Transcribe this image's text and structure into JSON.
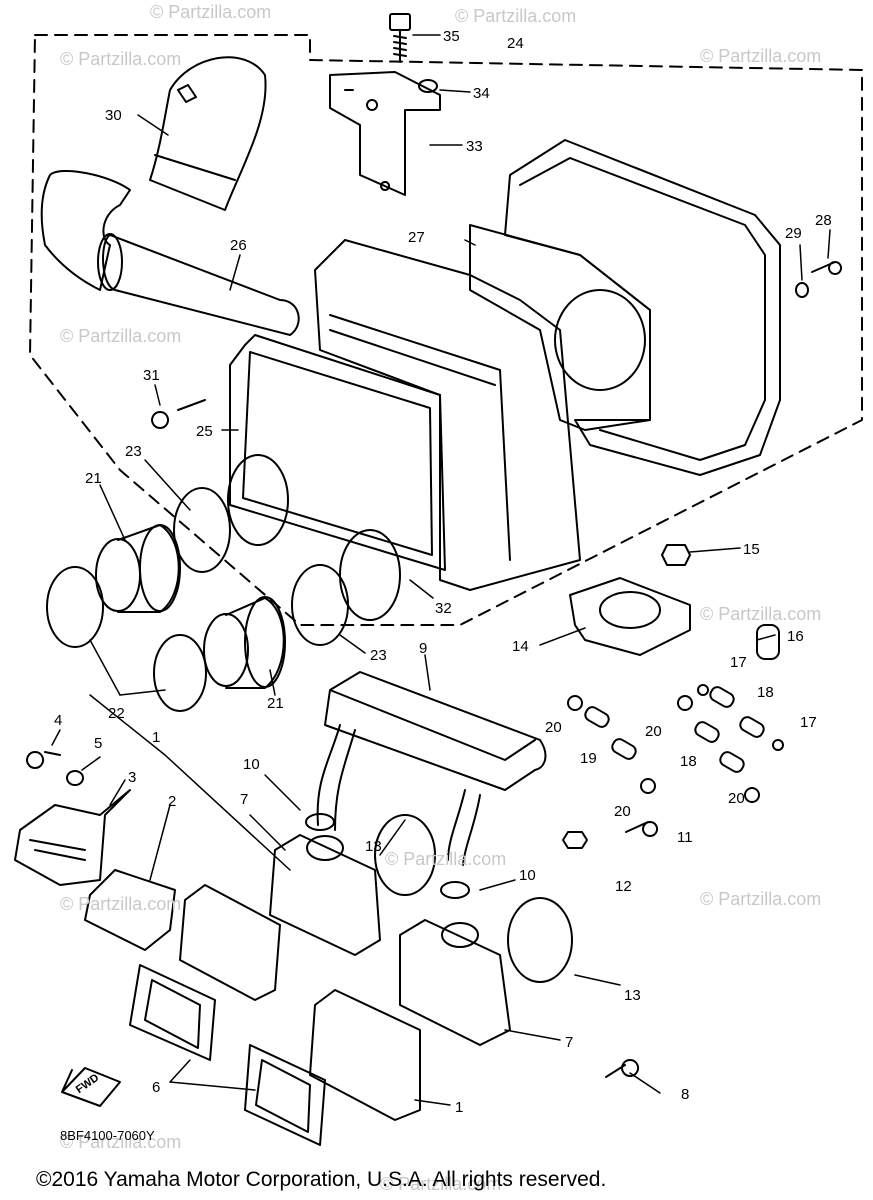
{
  "diagram": {
    "drawing_code": "8BF4100-7060Y",
    "copyright": "©2016 Yamaha Motor Corporation, U.S.A. All rights reserved.",
    "fwd_label": "FWD",
    "watermark": "© Partzilla.com",
    "colors": {
      "line": "#000000",
      "watermark": "#c8c8c8",
      "background": "#ffffff"
    },
    "callouts": [
      {
        "id": "c35",
        "label": "35"
      },
      {
        "id": "c24",
        "label": "24"
      },
      {
        "id": "c34",
        "label": "34"
      },
      {
        "id": "c33",
        "label": "33"
      },
      {
        "id": "c30",
        "label": "30"
      },
      {
        "id": "c26",
        "label": "26"
      },
      {
        "id": "c27",
        "label": "27"
      },
      {
        "id": "c29",
        "label": "29"
      },
      {
        "id": "c28",
        "label": "28"
      },
      {
        "id": "c31",
        "label": "31"
      },
      {
        "id": "c25",
        "label": "25"
      },
      {
        "id": "c23a",
        "label": "23"
      },
      {
        "id": "c21a",
        "label": "21"
      },
      {
        "id": "c15",
        "label": "15"
      },
      {
        "id": "c16",
        "label": "16"
      },
      {
        "id": "c14",
        "label": "14"
      },
      {
        "id": "c32",
        "label": "32"
      },
      {
        "id": "c23b",
        "label": "23"
      },
      {
        "id": "c9",
        "label": "9"
      },
      {
        "id": "c21b",
        "label": "21"
      },
      {
        "id": "c22",
        "label": "22"
      },
      {
        "id": "c17a",
        "label": "17"
      },
      {
        "id": "c18a",
        "label": "18"
      },
      {
        "id": "c20a",
        "label": "20"
      },
      {
        "id": "c20b",
        "label": "20"
      },
      {
        "id": "c19",
        "label": "19"
      },
      {
        "id": "c18b",
        "label": "18"
      },
      {
        "id": "c17b",
        "label": "17"
      },
      {
        "id": "c20c",
        "label": "20"
      },
      {
        "id": "c20d",
        "label": "20"
      },
      {
        "id": "c4",
        "label": "4"
      },
      {
        "id": "c1a",
        "label": "1"
      },
      {
        "id": "c5",
        "label": "5"
      },
      {
        "id": "c3",
        "label": "3"
      },
      {
        "id": "c2",
        "label": "2"
      },
      {
        "id": "c10a",
        "label": "10"
      },
      {
        "id": "c7a",
        "label": "7"
      },
      {
        "id": "c13a",
        "label": "13"
      },
      {
        "id": "c11",
        "label": "11"
      },
      {
        "id": "c12",
        "label": "12"
      },
      {
        "id": "c10b",
        "label": "10"
      },
      {
        "id": "c13b",
        "label": "13"
      },
      {
        "id": "c7b",
        "label": "7"
      },
      {
        "id": "c8",
        "label": "8"
      },
      {
        "id": "c6",
        "label": "6"
      },
      {
        "id": "c1b",
        "label": "1"
      }
    ]
  }
}
